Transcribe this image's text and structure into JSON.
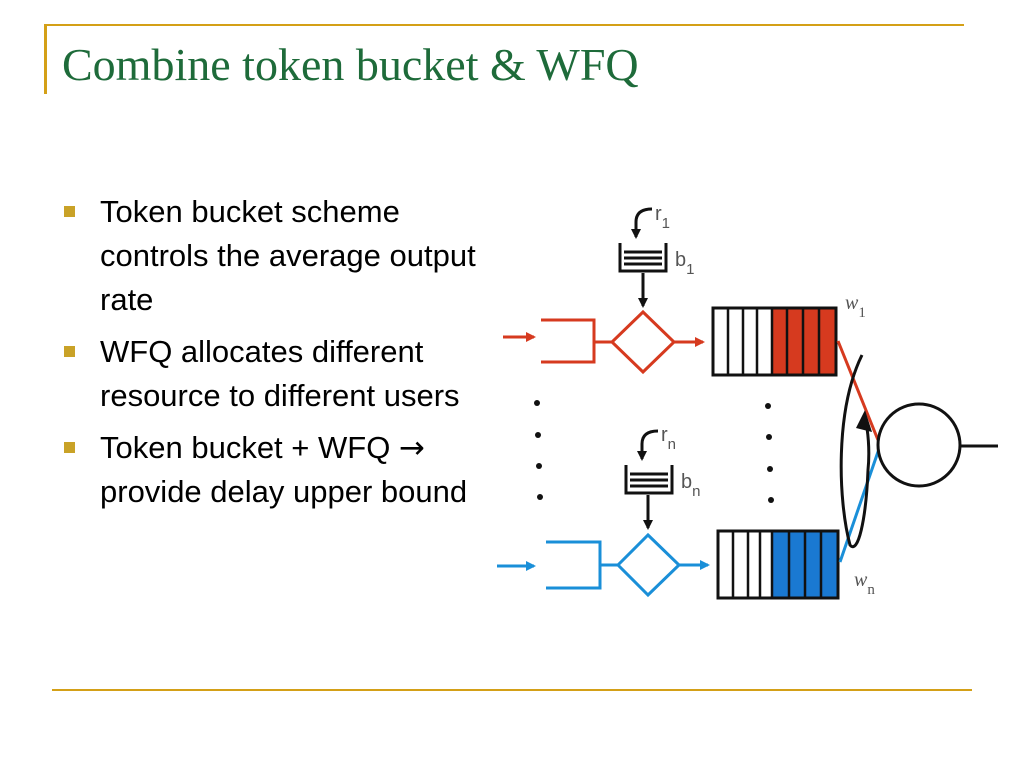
{
  "title": "Combine token bucket & WFQ",
  "bullets": [
    "Token bucket scheme controls the average output rate",
    "WFQ allocates different resource to different users",
    {
      "before": "Token bucket + WFQ ",
      "arrow": "→",
      "after": " provide delay upper bound"
    }
  ],
  "diagram": {
    "flow1": {
      "rate": "r",
      "rate_sub": "1",
      "bucket": "b",
      "bucket_sub": "1",
      "weight": "w",
      "weight_sub": "1",
      "color": "#d63a1f",
      "fill": "#d63a1f"
    },
    "flowN": {
      "rate": "r",
      "rate_sub": "n",
      "bucket": "b",
      "bucket_sub": "n",
      "weight": "w",
      "weight_sub": "n",
      "color": "#1a8fd8",
      "fill": "#1a79d2"
    }
  }
}
